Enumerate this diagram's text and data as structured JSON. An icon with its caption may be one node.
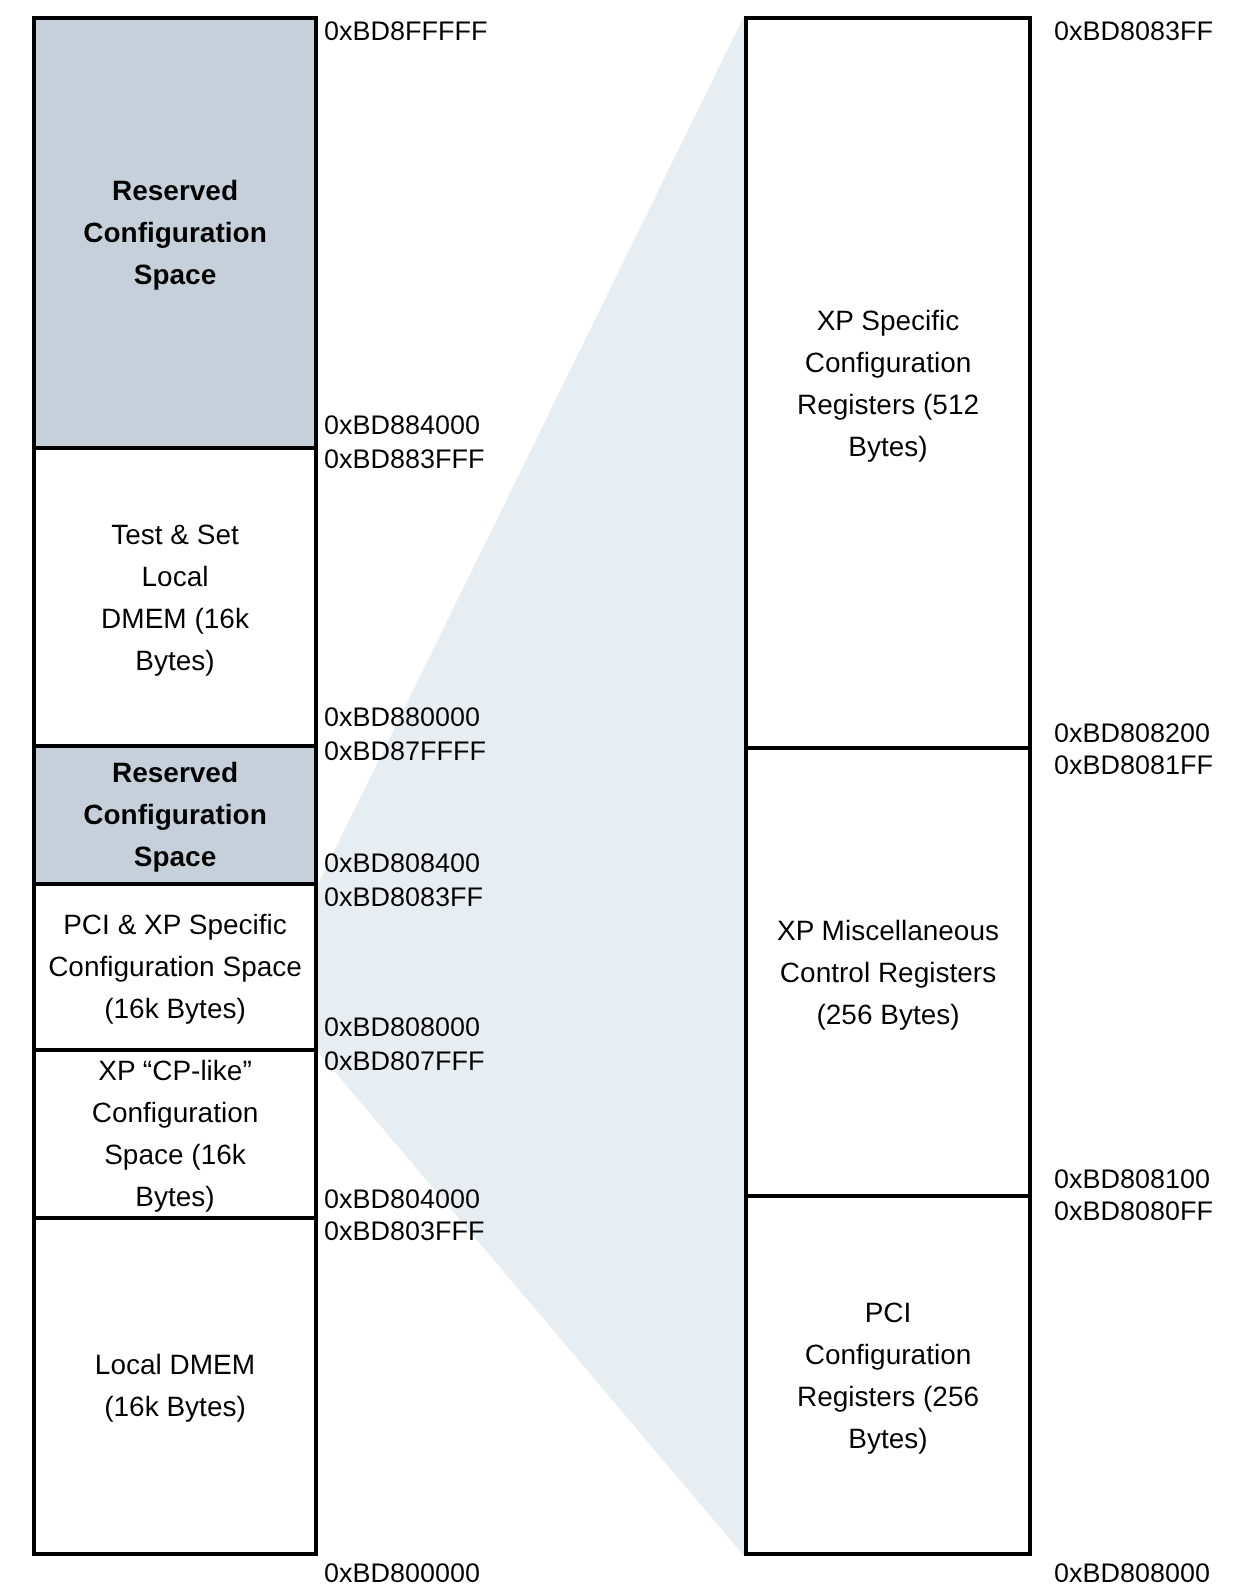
{
  "diagram": {
    "nodes": [
      {
        "text": [
          "Reserved Configuration Space"
        ]
      },
      {
        "text": [
          "Test & Set Local DMEM (16k Bytes)"
        ]
      },
      {
        "text": [
          "Reserved Configuration Space"
        ]
      },
      {
        "text": [
          "PCI & XP Specific Configuration Space (16k Bytes)"
        ]
      },
      {
        "text": [
          "XP “CP-like” Configuration Space (16k Bytes)"
        ]
      },
      {
        "text": [
          "Local DMEM (16k Bytes)"
        ]
      },
      {
        "text": [
          "XP Specific Configuration Registers (512 Bytes)"
        ]
      },
      {
        "text": [
          "XP Miscellaneous Control Registers (256 Bytes)"
        ]
      },
      {
        "text": [
          "PCI Configuration Registers (256 Bytes)"
        ]
      }
    ],
    "labels": [
      "0xBD8FFFFF",
      "0xBD884000",
      "0xBD883FFF",
      "0xBD880000",
      "0xBD87FFFF",
      "0xBD808400",
      "0xBD8083FF",
      "0xBD808000",
      "0xBD807FFF",
      "0xBD804000",
      "0xBD803FFF",
      "0xBD800000",
      "0xBD8083FF",
      "0xBD808200",
      "0xBD8081FF",
      "0xBD808100",
      "0xBD8080FF",
      "0xBD808000"
    ]
  }
}
